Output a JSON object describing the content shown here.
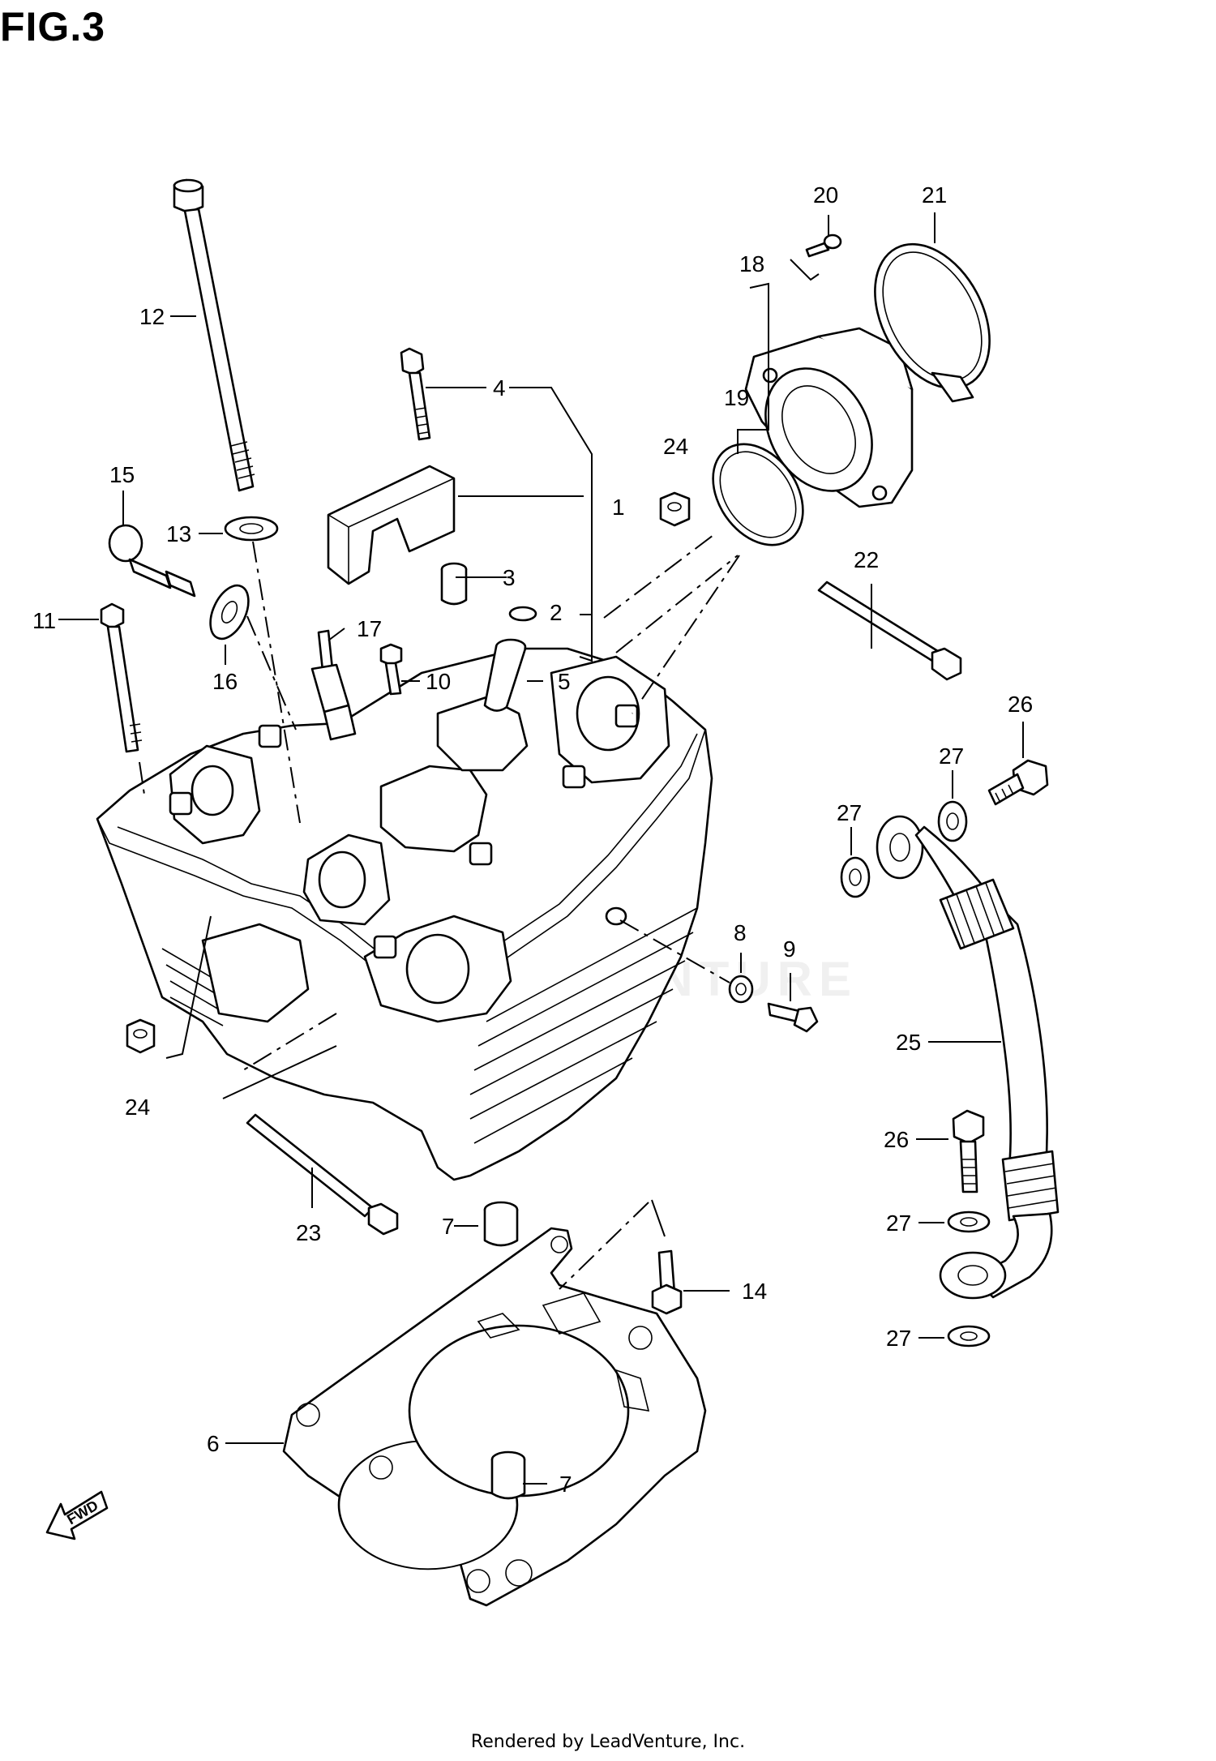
{
  "figure": {
    "title": "FIG.3"
  },
  "watermark": "LEADVENTURE",
  "fwd_label": "FWD",
  "footer": "Rendered by LeadVenture, Inc.",
  "callouts": [
    {
      "id": "c1",
      "text": "1"
    },
    {
      "id": "c2",
      "text": "2"
    },
    {
      "id": "c3",
      "text": "3"
    },
    {
      "id": "c4",
      "text": "4"
    },
    {
      "id": "c5",
      "text": "5"
    },
    {
      "id": "c6",
      "text": "6"
    },
    {
      "id": "c7a",
      "text": "7"
    },
    {
      "id": "c7b",
      "text": "7"
    },
    {
      "id": "c8",
      "text": "8"
    },
    {
      "id": "c9",
      "text": "9"
    },
    {
      "id": "c10",
      "text": "10"
    },
    {
      "id": "c11",
      "text": "11"
    },
    {
      "id": "c12",
      "text": "12"
    },
    {
      "id": "c13",
      "text": "13"
    },
    {
      "id": "c14",
      "text": "14"
    },
    {
      "id": "c15",
      "text": "15"
    },
    {
      "id": "c16",
      "text": "16"
    },
    {
      "id": "c17",
      "text": "17"
    },
    {
      "id": "c18",
      "text": "18"
    },
    {
      "id": "c19",
      "text": "19"
    },
    {
      "id": "c20",
      "text": "20"
    },
    {
      "id": "c21",
      "text": "21"
    },
    {
      "id": "c22",
      "text": "22"
    },
    {
      "id": "c23",
      "text": "23"
    },
    {
      "id": "c24a",
      "text": "24"
    },
    {
      "id": "c24b",
      "text": "24"
    },
    {
      "id": "c25",
      "text": "25"
    },
    {
      "id": "c26a",
      "text": "26"
    },
    {
      "id": "c26b",
      "text": "26"
    },
    {
      "id": "c27a",
      "text": "27"
    },
    {
      "id": "c27b",
      "text": "27"
    },
    {
      "id": "c27c",
      "text": "27"
    },
    {
      "id": "c27d",
      "text": "27"
    }
  ]
}
